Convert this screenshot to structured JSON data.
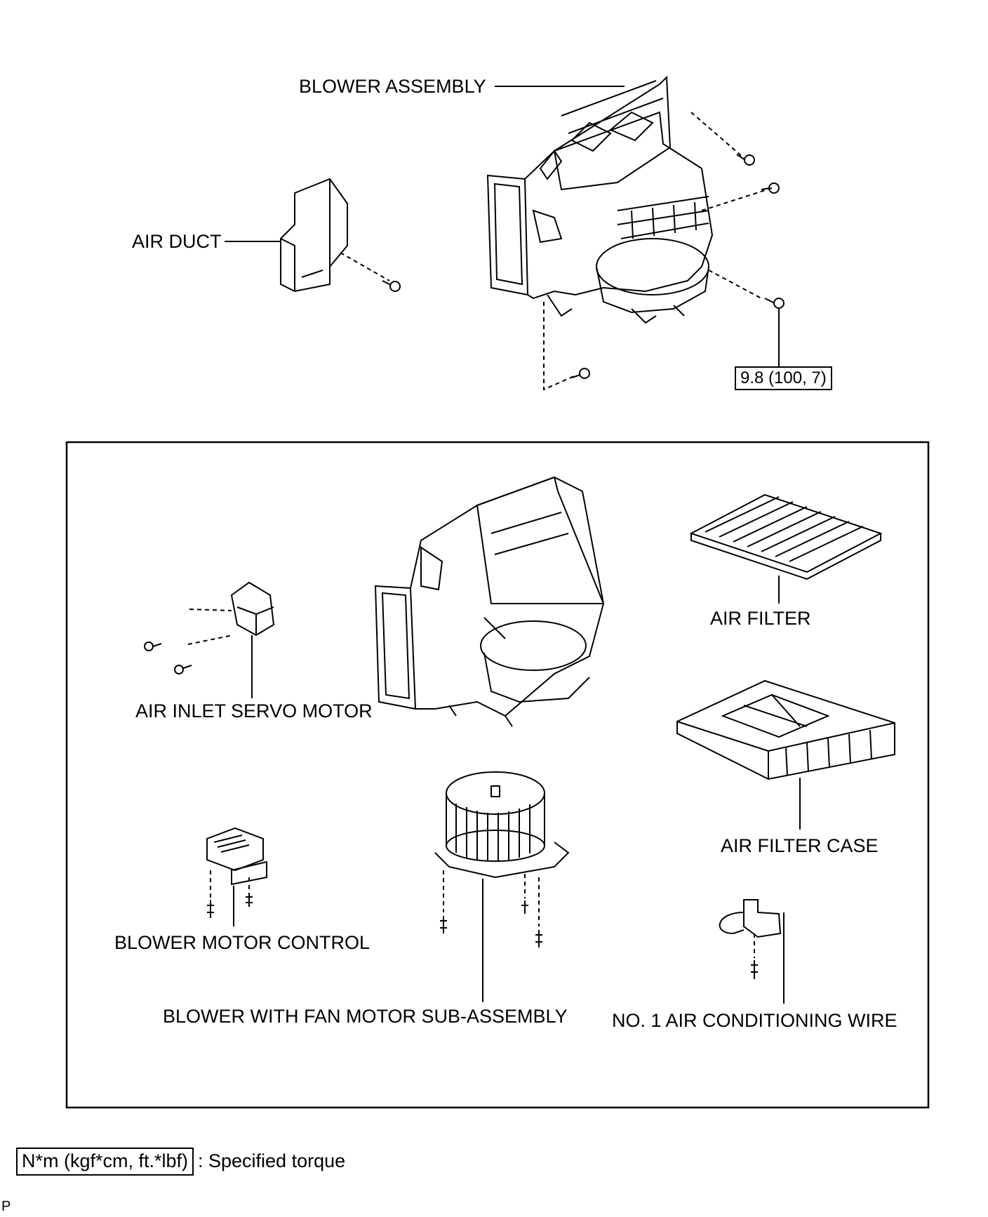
{
  "labels": {
    "blower_assembly": "BLOWER ASSEMBLY",
    "air_duct": "AIR DUCT",
    "air_filter": "AIR FILTER",
    "air_inlet_servo_motor": "AIR INLET SERVO MOTOR",
    "air_filter_case": "AIR FILTER CASE",
    "blower_motor_control": "BLOWER MOTOR CONTROL",
    "blower_with_fan_motor": "BLOWER WITH FAN MOTOR SUB-ASSEMBLY",
    "no1_air_conditioning_wire": "NO. 1 AIR CONDITIONING WIRE"
  },
  "torque_value": "9.8 (100, 7)",
  "legend": {
    "unit_box": "N*m (kgf*cm, ft.*lbf)",
    "description": ": Specified torque"
  },
  "ref_code": "P"
}
